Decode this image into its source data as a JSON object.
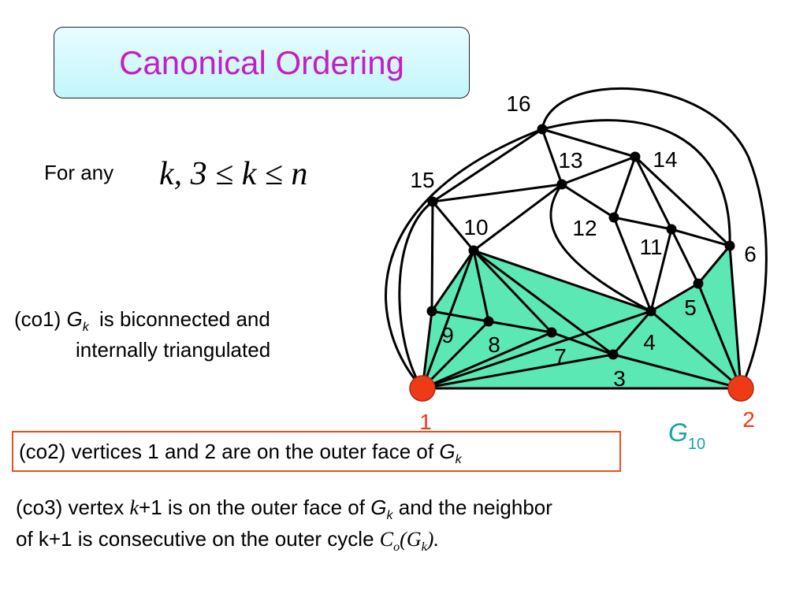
{
  "title": "Canonical Ordering",
  "intro": {
    "for_any": "For any",
    "condition": "k, 3 ≤ k ≤ n"
  },
  "co1": {
    "prefix": "(co1)",
    "graph_symbol": "G",
    "graph_sub": "k",
    "text1": "is biconnected and",
    "text2": "internally triangulated"
  },
  "co2": {
    "text": "(co2)  vertices 1 and 2 are on the outer face of",
    "graph_symbol": "G",
    "graph_sub": "k"
  },
  "co3": {
    "prefix": "(co3) vertex",
    "k": "k",
    "plus1": "+1 is on the outer face of",
    "graph_symbol": "G",
    "graph_sub": "k",
    "text_tail": "and the neighbor",
    "line2": "of k+1 is consecutive on the outer cycle",
    "cycle_symbol": "C",
    "cycle_sub": "o",
    "cycle_open": "(",
    "cycle_g": "G",
    "cycle_k": "k",
    "cycle_close": ")."
  },
  "graph": {
    "label_symbol": "G",
    "label_sub": "10",
    "vertex_labels": [
      "1",
      "2",
      "3",
      "4",
      "5",
      "6",
      "7",
      "8",
      "9",
      "10",
      "11",
      "12",
      "13",
      "14",
      "15",
      "16"
    ],
    "colors": {
      "fill": "#5ce8b4",
      "edge": "#000000",
      "vertex": "#000000",
      "endpoint": "#ee3a16",
      "endpoint_label": "#ee3a16",
      "graph_label": "#16a5a5"
    }
  }
}
